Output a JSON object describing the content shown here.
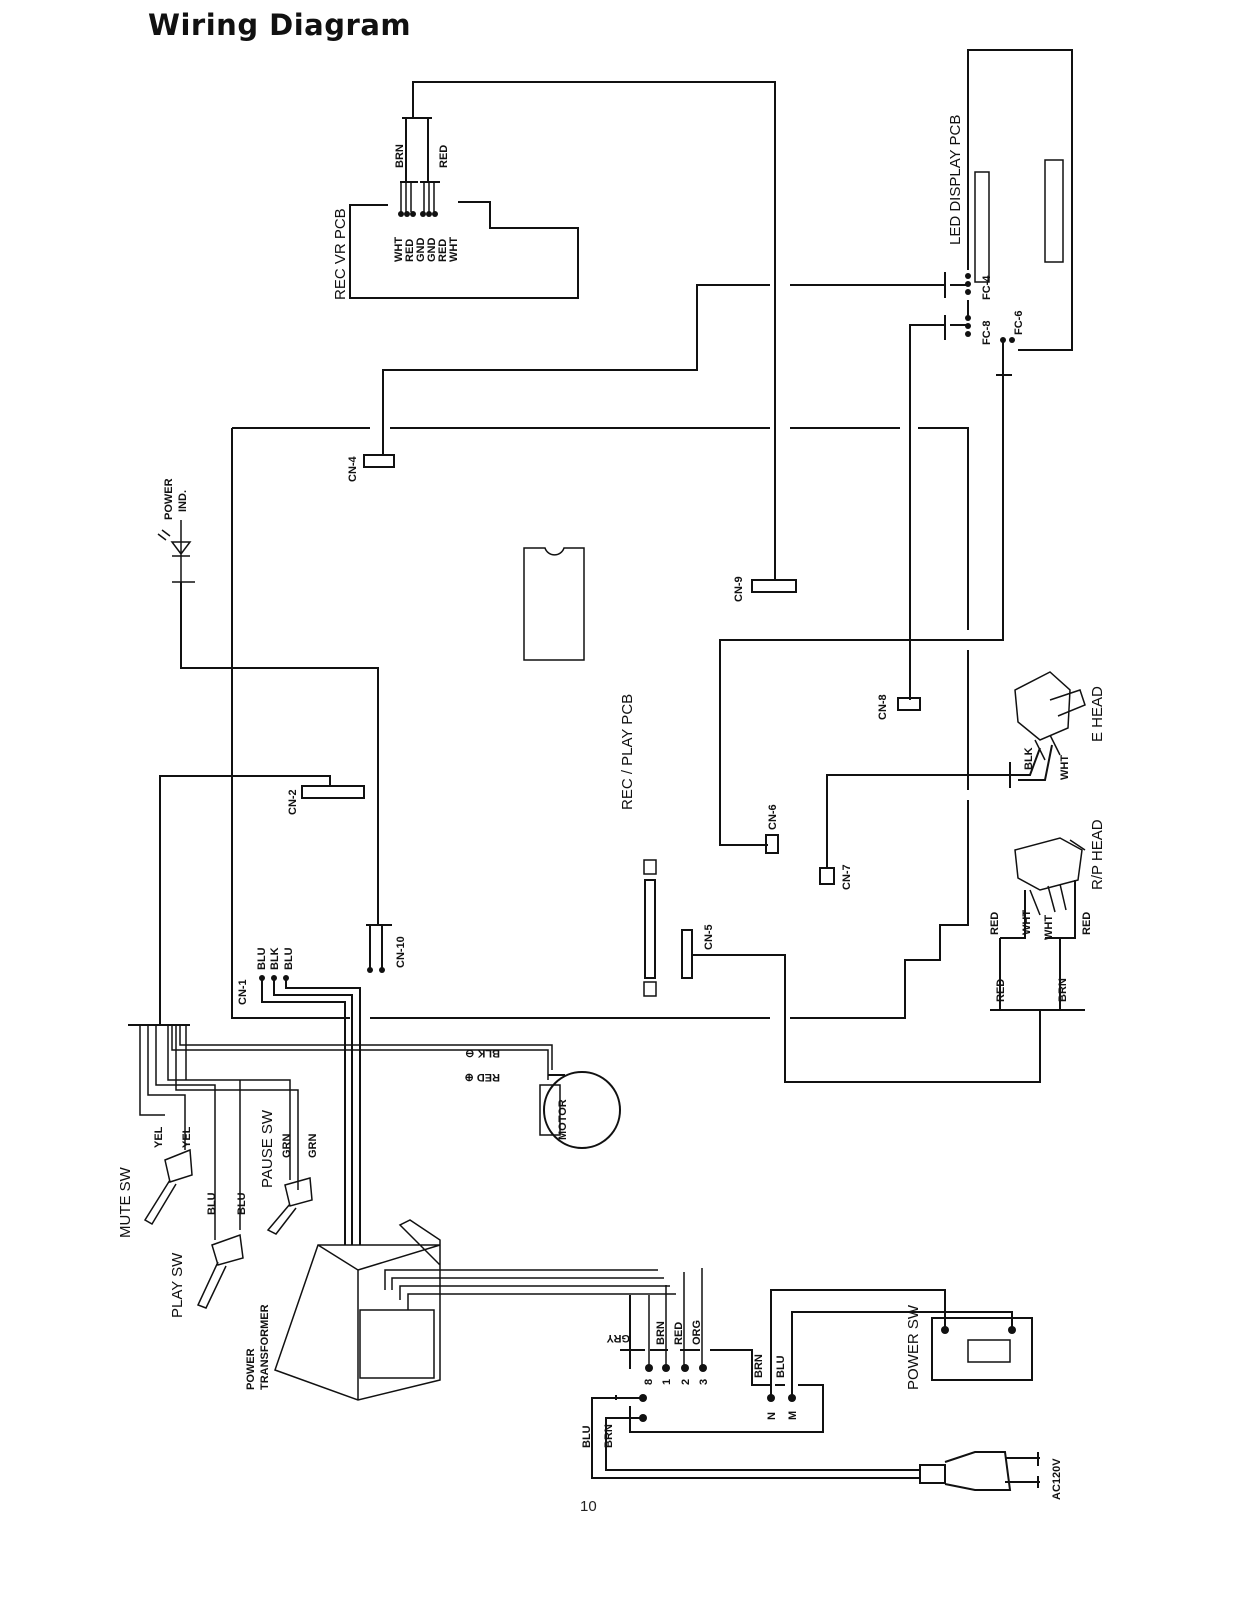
{
  "title": "Wiring Diagram",
  "page_number": "10",
  "boards": {
    "rec_vr_pcb": "REC VR PCB",
    "led_display_pcb": "LED DISPLAY PCB",
    "rec_play_pcb": "REC / PLAY PCB"
  },
  "rec_vr_wires": {
    "brn": "BRN",
    "red": "RED",
    "pins": [
      "WHT",
      "RED",
      "GND",
      "GND",
      "RED",
      "WHT"
    ]
  },
  "connectors": {
    "fc4": "FC-4",
    "fc8": "FC-8",
    "fc6": "FC-6",
    "cn4": "CN-4",
    "cn9": "CN-9",
    "cn8": "CN-8",
    "cn2": "CN-2",
    "cn6": "CN-6",
    "cn7": "CN-7",
    "cn5": "CN-5",
    "cn10": "CN-10",
    "cn1": "CN-1"
  },
  "cn1_wires": [
    "BLU",
    "BLK",
    "BLU"
  ],
  "power_ind": {
    "line1": "POWER",
    "line2": "IND."
  },
  "e_head": {
    "label": "E HEAD",
    "blk": "BLK",
    "wht": "WHT"
  },
  "rp_head": {
    "label": "R/P HEAD",
    "red1": "RED",
    "wht1": "WHT",
    "wht2": "WHT",
    "red2": "RED",
    "red3": "RED",
    "brn": "BRN"
  },
  "motor": {
    "label": "MOTOR",
    "blk": "BLK ⊖",
    "red": "RED ⊕"
  },
  "switches": {
    "mute": "MUTE SW",
    "mute_w1": "YEL",
    "mute_w2": "YEL",
    "play": "PLAY SW",
    "play_w1": "BLU",
    "play_w2": "BLU",
    "pause": "PAUSE SW",
    "pause_w1": "GRN",
    "pause_w2": "GRN",
    "power": "POWER SW"
  },
  "transformer": {
    "line1": "POWER",
    "line2": "TRANSFORMER",
    "gry": "GRY",
    "brn": "BRN",
    "red": "RED",
    "org": "ORG",
    "pins": [
      "8",
      "1",
      "2",
      "3"
    ],
    "n": "N",
    "m": "M",
    "brn2": "BRN",
    "blu2": "BLU",
    "blu3": "BLU",
    "brn3": "BRN"
  },
  "ac": "AC120V"
}
